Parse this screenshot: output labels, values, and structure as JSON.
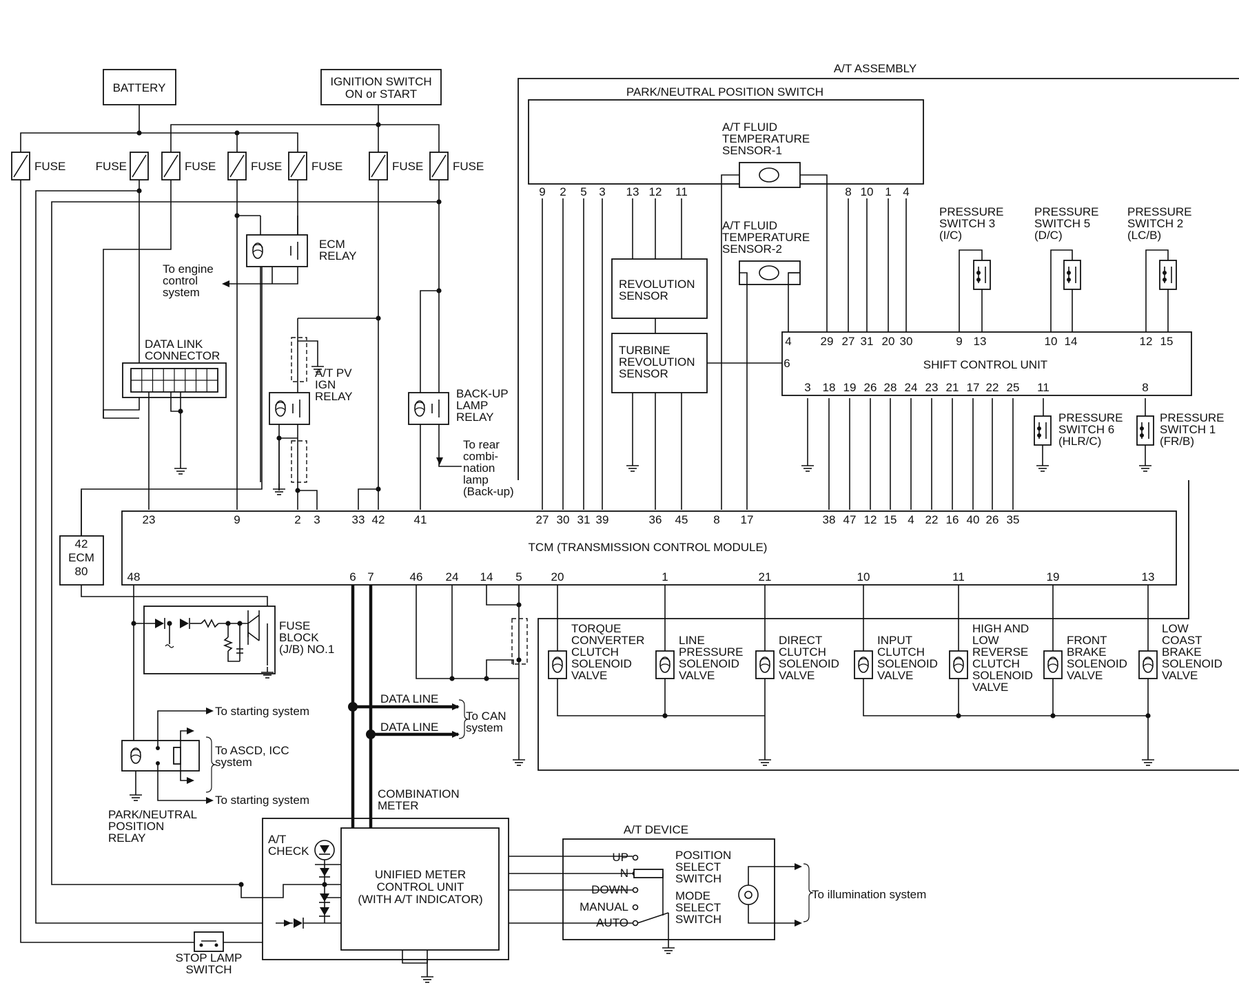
{
  "labels": {
    "battery": "BATTERY",
    "ignition_1": "IGNITION SWITCH",
    "ignition_2": "ON or START",
    "fuse": "FUSE",
    "at_assembly": "A/T ASSEMBLY",
    "pnp_switch": "PARK/NEUTRAL POSITION SWITCH",
    "fluid_temp1": [
      "A/T FLUID",
      "TEMPERATURE",
      "SENSOR-1"
    ],
    "fluid_temp2": [
      "A/T FLUID",
      "TEMPERATURE",
      "SENSOR-2"
    ],
    "ecm_relay": [
      "ECM",
      "RELAY"
    ],
    "to_engine": [
      "To engine",
      "control",
      "system"
    ],
    "data_link": [
      "DATA LINK",
      "CONNECTOR"
    ],
    "at_pv_relay": [
      "A/T PV",
      "IGN",
      "RELAY"
    ],
    "backup_relay": [
      "BACK-UP",
      "LAMP",
      "RELAY"
    ],
    "to_rear": [
      "To rear",
      "combi-",
      "nation",
      "lamp",
      "(Back-up)"
    ],
    "revolution_sensor": [
      "REVOLUTION",
      "SENSOR"
    ],
    "turbine_sensor": [
      "TURBINE",
      "REVOLUTION",
      "SENSOR"
    ],
    "pressure_sw3": [
      "PRESSURE",
      "SWITCH 3",
      "(I/C)"
    ],
    "pressure_sw5": [
      "PRESSURE",
      "SWITCH 5",
      "(D/C)"
    ],
    "pressure_sw2": [
      "PRESSURE",
      "SWITCH 2",
      "(LC/B)"
    ],
    "pressure_sw6": [
      "PRESSURE",
      "SWITCH 6",
      "(HLR/C)"
    ],
    "pressure_sw1": [
      "PRESSURE",
      "SWITCH 1",
      "(FR/B)"
    ],
    "shift_control": "SHIFT CONTROL UNIT",
    "tcm": "TCM (TRANSMISSION CONTROL MODULE)",
    "ecm_pins": [
      "42",
      "ECM",
      "80"
    ],
    "fuse_block": [
      "FUSE",
      "BLOCK",
      "(J/B) NO.1"
    ],
    "data_line": "DATA LINE",
    "to_can": [
      "To CAN",
      "system"
    ],
    "to_starting": "To starting system",
    "to_ascd": [
      "To ASCD, ICC",
      "system"
    ],
    "pnp_relay": [
      "PARK/NEUTRAL",
      "POSITION",
      "RELAY"
    ],
    "combination_meter": [
      "COMBINATION",
      "METER"
    ],
    "at_check": [
      "A/T",
      "CHECK"
    ],
    "unified_meter": [
      "UNIFIED METER",
      "CONTROL UNIT",
      "(WITH A/T INDICATOR)"
    ],
    "at_device": "A/T DEVICE",
    "shift_positions": [
      "UP",
      "N",
      "DOWN",
      "MANUAL",
      "AUTO"
    ],
    "position_select": [
      "POSITION",
      "SELECT",
      "SWITCH"
    ],
    "mode_select": [
      "MODE",
      "SELECT",
      "SWITCH"
    ],
    "to_illumination": "To illumination system",
    "stop_lamp": [
      "STOP LAMP",
      "SWITCH"
    ],
    "solenoids": [
      {
        "lines": [
          "TORQUE",
          "CONVERTER",
          "CLUTCH",
          "SOLENOID",
          "VALVE"
        ],
        "pin": "20"
      },
      {
        "lines": [
          "LINE",
          "PRESSURE",
          "SOLENOID",
          "VALVE"
        ],
        "pin": "1"
      },
      {
        "lines": [
          "DIRECT",
          "CLUTCH",
          "SOLENOID",
          "VALVE"
        ],
        "pin": "21"
      },
      {
        "lines": [
          "INPUT",
          "CLUTCH",
          "SOLENOID",
          "VALVE"
        ],
        "pin": "10"
      },
      {
        "lines": [
          "HIGH AND",
          "LOW",
          "REVERSE",
          "CLUTCH",
          "SOLENOID",
          "VALVE"
        ],
        "pin": "11"
      },
      {
        "lines": [
          "FRONT",
          "BRAKE",
          "SOLENOID",
          "VALVE"
        ],
        "pin": "19"
      },
      {
        "lines": [
          "LOW",
          "COAST",
          "BRAKE",
          "SOLENOID",
          "VALVE"
        ],
        "pin": "13"
      }
    ]
  },
  "pins": {
    "pnp_left": [
      "9",
      "2",
      "5",
      "3",
      "13",
      "12",
      "11"
    ],
    "pnp_right": [
      "8",
      "10",
      "1",
      "4"
    ],
    "scu_top": [
      "4",
      "29",
      "27",
      "31",
      "20",
      "30",
      "9",
      "13",
      "10",
      "14",
      "12",
      "15"
    ],
    "scu_side": "6",
    "scu_bottom": [
      "3",
      "18",
      "19",
      "26",
      "28",
      "24",
      "23",
      "21",
      "17",
      "22",
      "25",
      "11",
      "8"
    ],
    "tcm_top": [
      "23",
      "9",
      "2",
      "3",
      "33",
      "42",
      "41",
      "27",
      "30",
      "31",
      "39",
      "36",
      "45",
      "8",
      "17",
      "38",
      "47",
      "12",
      "15",
      "4",
      "22",
      "16",
      "40",
      "26",
      "35"
    ],
    "tcm_bottom": [
      "48",
      "6",
      "7",
      "46",
      "24",
      "14",
      "5",
      "20",
      "1",
      "21",
      "10",
      "11",
      "19",
      "13"
    ]
  }
}
